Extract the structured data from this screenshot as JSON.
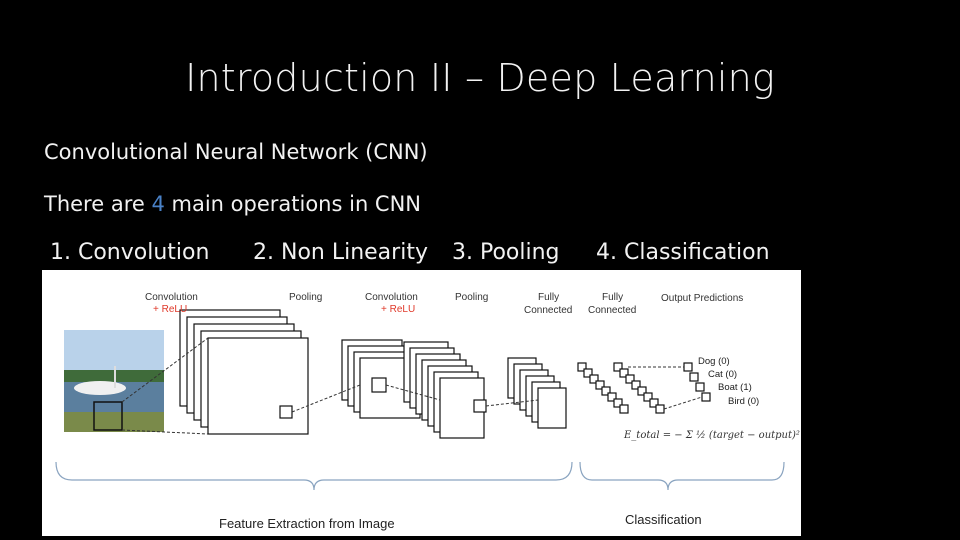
{
  "slide": {
    "title": "Introduction II – Deep Learning",
    "subtitle": "Convolutional Neural Network (CNN)",
    "ops_prefix": "There are ",
    "ops_count": "4",
    "ops_suffix": " main operations in CNN",
    "operations": [
      "1. Convolution",
      "2. Non Linearity",
      "3. Pooling",
      "4. Classification"
    ],
    "accent_color": "#4a82c8"
  },
  "figure": {
    "stage_labels": {
      "conv1": "Convolution",
      "conv1_relu": "+ ReLU",
      "pool1": "Pooling",
      "conv2": "Convolution",
      "conv2_relu": "+ ReLU",
      "pool2": "Pooling",
      "fc1_a": "Fully",
      "fc1_b": "Connected",
      "fc2_a": "Fully",
      "fc2_b": "Connected",
      "output": "Output Predictions"
    },
    "predictions": [
      "Dog (0)",
      "Cat (0)",
      "Boat (1)",
      "Bird (0)"
    ],
    "loss_equation": "E_total = − Σ ½ (target − output)²",
    "captions": {
      "feature": "Feature Extraction from Image",
      "classification": "Classification"
    }
  }
}
